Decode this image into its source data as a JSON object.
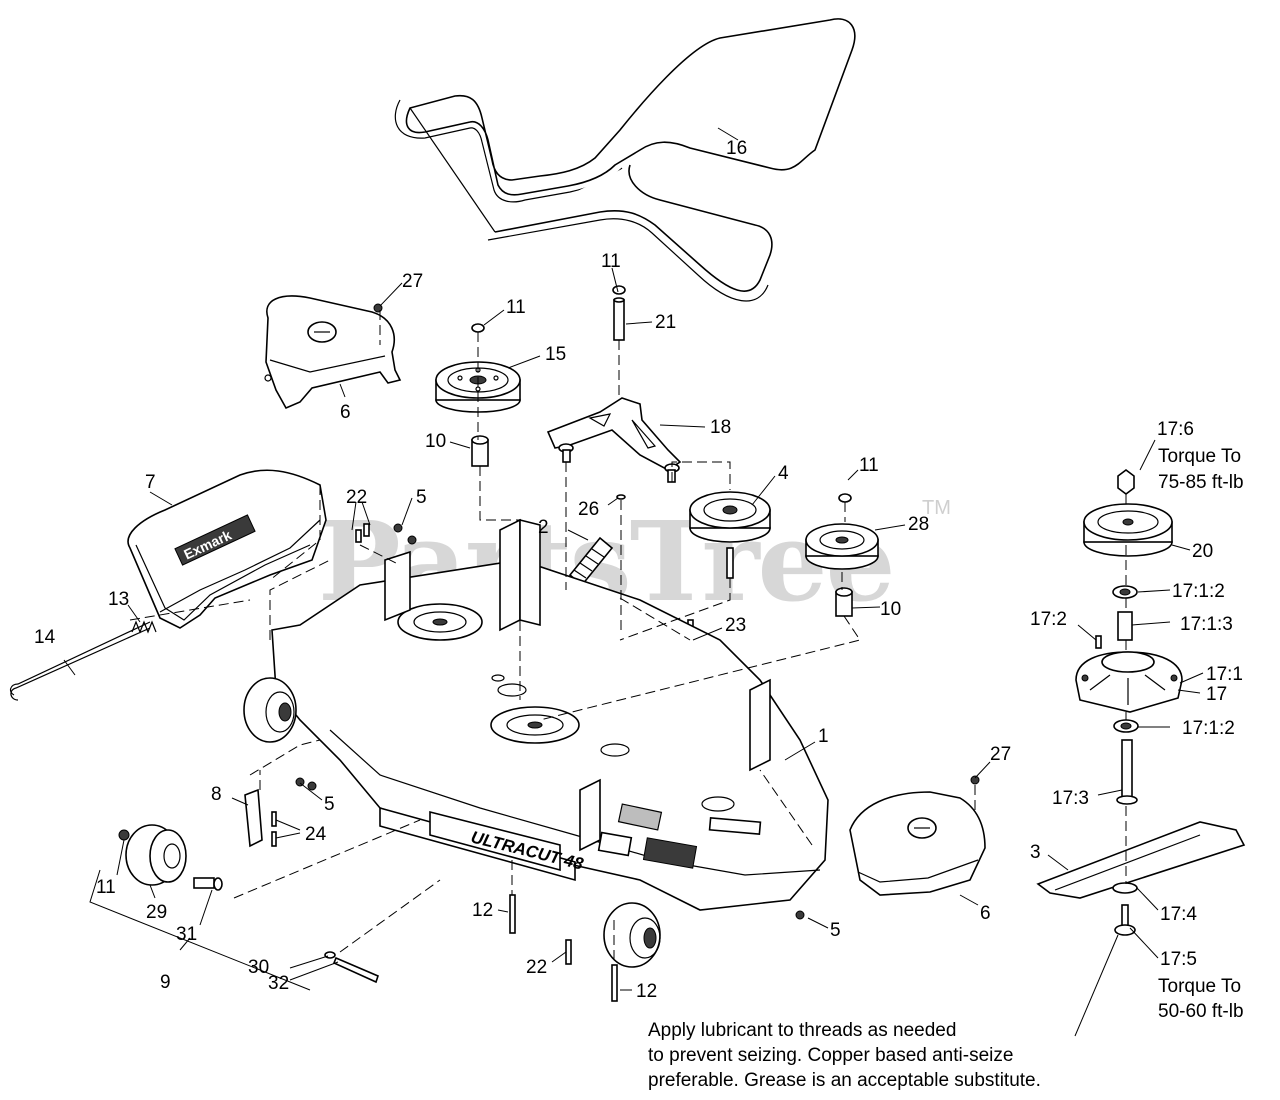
{
  "watermark": {
    "text": "PartsTree",
    "tm": "TM"
  },
  "decals": {
    "deck_logo": "ULTRACUT 48",
    "shield_logo": "Exmark"
  },
  "callouts": {
    "c1": "1",
    "c2": "2",
    "c3": "3",
    "c4": "4",
    "c5a": "5",
    "c5b": "5",
    "c5c": "5",
    "c6a": "6",
    "c6b": "6",
    "c7": "7",
    "c8": "8",
    "c9": "9",
    "c10a": "10",
    "c10b": "10",
    "c11a": "11",
    "c11b": "11",
    "c11c": "11",
    "c11d": "11",
    "c12a": "12",
    "c12b": "12",
    "c13": "13",
    "c14": "14",
    "c15": "15",
    "c16": "16",
    "c17": "17",
    "c17_1": "17:1",
    "c17_1_2a": "17:1:2",
    "c17_1_2b": "17:1:2",
    "c17_1_3": "17:1:3",
    "c17_2": "17:2",
    "c17_3": "17:3",
    "c17_4": "17:4",
    "c17_5": "17:5",
    "c17_6": "17:6",
    "c18": "18",
    "c20": "20",
    "c21": "21",
    "c22a": "22",
    "c22b": "22",
    "c23": "23",
    "c24": "24",
    "c26": "26",
    "c27a": "27",
    "c27b": "27",
    "c28": "28",
    "c29": "29",
    "c30": "30",
    "c31": "31",
    "c32": "32"
  },
  "torque_notes": {
    "top_line1": "Torque To",
    "top_line2": "75-85 ft-lb",
    "bottom_line1": "Torque To",
    "bottom_line2": "50-60 ft-lb"
  },
  "lubricant_note": {
    "line1": "Apply lubricant to threads as needed",
    "line2": "to prevent seizing. Copper based anti-seize",
    "line3": "preferable. Grease is an acceptable substitute."
  }
}
